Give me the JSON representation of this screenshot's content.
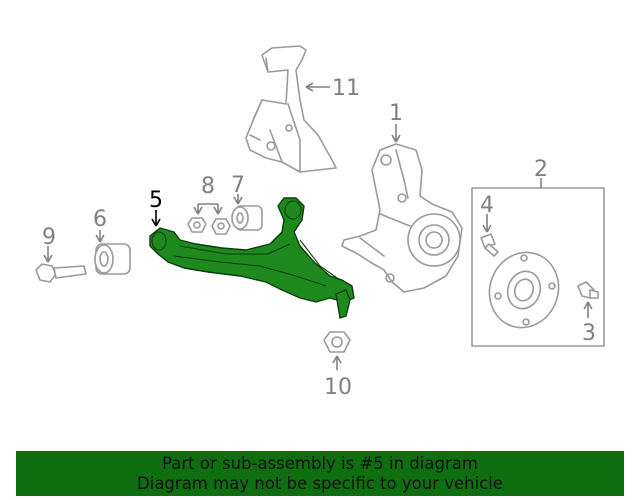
{
  "callouts": {
    "c1": "1",
    "c2": "2",
    "c3": "3",
    "c4": "4",
    "c5": "5",
    "c6": "6",
    "c7": "7",
    "c8": "8",
    "c9": "9",
    "c10": "10",
    "c11": "11"
  },
  "highlight_part": "5",
  "colors": {
    "highlight_fill": "#1e8a1e",
    "banner_background": "#0f6e0f",
    "part_stroke": "#9a9a9a",
    "callout_text": "#808080"
  },
  "banner": {
    "line1": "Part or sub-assembly is #5 in diagram",
    "line2": "Diagram may not be specific to your vehicle"
  }
}
